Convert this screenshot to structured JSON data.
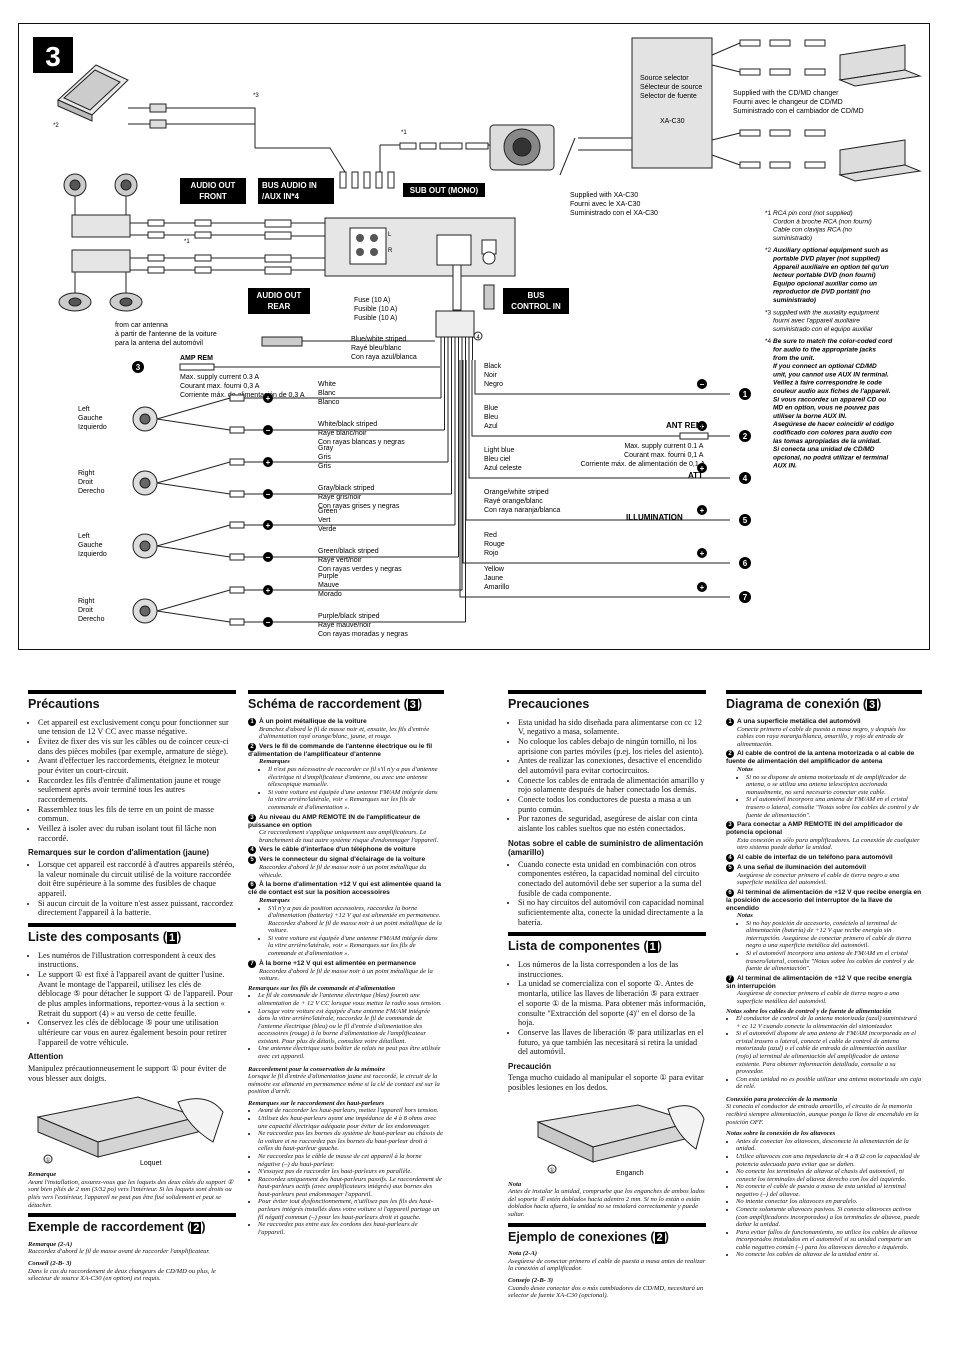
{
  "diagram": {
    "figure_number": "3",
    "xa_c30": {
      "lines": [
        "Source selector",
        "Sélecteur de source",
        "Selector de fuente",
        "XA-C30"
      ]
    },
    "changer_note": [
      "Supplied with the CD/MD changer",
      "Fourni avec le changeur de CD/MD",
      "Suministrado con el cambiador de CD/MD"
    ],
    "supplied_xa": [
      "Supplied with XA-C30",
      "Fourni avec le XA-C30",
      "Suministrado con el XA-C30"
    ],
    "marks": {
      "m1": "*1",
      "m2": "*2",
      "m3": "*3"
    },
    "tags": {
      "audio_out_front": [
        "AUDIO OUT",
        "FRONT"
      ],
      "bus_audio_in": [
        "BUS AUDIO IN",
        "/AUX IN*4"
      ],
      "sub_out": "SUB OUT (MONO)",
      "audio_out_rear": [
        "AUDIO OUT",
        "REAR"
      ],
      "bus_control_in": [
        "BUS",
        "CONTROL IN"
      ]
    },
    "lr": {
      "l": "L",
      "r": "R"
    },
    "antenna": [
      "from car antenna",
      "à partir de l'antenne de la voiture",
      "para la antena del automóvil"
    ],
    "fuse": [
      "Fuse (10 A)",
      "Fusible (10 A)",
      "Fusible (10 A)"
    ],
    "bw_striped": [
      "Blue/white striped",
      "Rayé bleu/blanc",
      "Con raya azul/blanca"
    ],
    "amp_rem": "AMP REM",
    "amp_supply": [
      "Max. supply current 0.3 A",
      "Courant max. fourni 0,3 A",
      "Corriente máx. de alimentación de 0,3 A"
    ],
    "speakers": [
      [
        "Left",
        "Gauche",
        "Izquierdo"
      ],
      [
        "Right",
        "Droit",
        "Derecho"
      ],
      [
        "Left",
        "Gauche",
        "Izquierdo"
      ],
      [
        "Right",
        "Droit",
        "Derecho"
      ]
    ],
    "wires_left": [
      [
        "White",
        "Blanc",
        "Blanco"
      ],
      [
        "White/black striped",
        "Rayé blanc/noir",
        "Con rayas blancas y negras"
      ],
      [
        "Gray",
        "Gris",
        "Gris"
      ],
      [
        "Gray/black striped",
        "Rayé gris/noir",
        "Con rayas grises y negras"
      ],
      [
        "Green",
        "Vert",
        "Verde"
      ],
      [
        "Green/black striped",
        "Rayé vert/noir",
        "Con rayas verdes y negras"
      ],
      [
        "Purple",
        "Mauve",
        "Morado"
      ],
      [
        "Purple/black striped",
        "Rayé mauve/noir",
        "Con rayas moradas y negras"
      ]
    ],
    "wires_right": [
      [
        "Black",
        "Noir",
        "Negro"
      ],
      [
        "Blue",
        "Bleu",
        "Azul"
      ],
      [
        "Light blue",
        "Bleu ciel",
        "Azul celeste"
      ],
      [
        "Orange/white striped",
        "Rayé orange/blanc",
        "Con raya naranja/blanca"
      ],
      [
        "Red",
        "Rouge",
        "Rojo"
      ],
      [
        "Yellow",
        "Jaune",
        "Amarillo"
      ]
    ],
    "ant_rem": "ANT REM",
    "ant_supply": [
      "Max. supply current 0.1 A",
      "Courant max. fourni 0,1 A",
      "Corriente máx. de alimentación de 0,1 A"
    ],
    "att": "ATT",
    "illumination": "ILLUMINATION",
    "circles": [
      "1",
      "2",
      "3",
      "4",
      "5",
      "6",
      "7"
    ],
    "plus": "+",
    "minus": "−",
    "footnotes": [
      {
        "mark": "*1",
        "lines": [
          "RCA pin cord (not supplied)",
          "Cordon à broche RCA  (non fourni)",
          "Cable con clavijas RCA (no",
          "suministrado)"
        ]
      },
      {
        "mark": "*2",
        "lines": [
          "Auxiliary optional equipment such as",
          "portable DVD player (not supplied)",
          "Appareil auxiliaire en option tel qu'un",
          "lecteur portable DVD (non fourni)",
          "Equipo opcional auxiliar como un",
          "reproductor de DVD portátil (no",
          "suministrado)"
        ]
      },
      {
        "mark": "*3",
        "lines": [
          "supplied with the auxiality equipment",
          "fourni avec l'appareil auxiliaire",
          "suministrado con el equipo auxiliar"
        ]
      },
      {
        "mark": "*4",
        "lines": [
          "Be sure to match the color-coded cord",
          "for audio to the appropriate jacks",
          "from the unit.",
          "If you connect an optional CD/MD",
          "unit, you cannot use AUX IN terminal.",
          "Veillez à faire correspondre le code",
          "couleur audio aux fiches de l'appareil.",
          "Si vous raccordez un appareil CD ou",
          "MD en option, vous ne pouvez pas",
          "utiliser la borne AUX IN.",
          "Asegúrese de hacer coincidir el código",
          "codificado con colores para audio con",
          "las tomas apropiadas de la unidad.",
          "Si conecta una unidad de CD/MD",
          "opcional, no podrá utilizar el terminal",
          "AUX IN."
        ]
      }
    ]
  },
  "col1": {
    "precautions_title": "Précautions",
    "precautions": [
      "Cet appareil est exclusivement conçu pour fonctionner sur une tension de 12 V CC avec masse négative.",
      "Évitez de fixer des vis sur les câbles ou de coincer ceux-ci dans des pièces mobiles (par exemple, armature de siège).",
      "Avant d'effectuer les raccordements, éteignez le moteur pour éviter un court-circuit.",
      "Raccordez les fils d'entrée d'alimentation jaune et rouge seulement après avoir terminé tous les autres raccordements.",
      "Rassemblez tous les fils de terre en un point de masse commun.",
      "Veillez à isoler avec du ruban isolant tout fil lâche non raccordé."
    ],
    "remarks_title": "Remarques sur le cordon d'alimentation (jaune)",
    "remarks": [
      "Lorsque cet appareil est raccordé à d'autres appareils stéréo, la valeur nominale du circuit utilisé de la voiture raccordée doit être supérieure à la somme des fusibles de chaque appareil.",
      "Si aucun circuit de la voiture n'est assez puissant, raccordez directement l'appareil à la batterie."
    ],
    "parts_title": "Liste des composants (",
    "parts_num": "1",
    "parts": [
      "Les numéros de l'illustration correspondent à ceux des instructions.",
      "Le support ① est fixé à l'appareil avant de quitter l'usine. Avant le montage de l'appareil, utilisez les clés de déblocage ⑤ pour détacher le support ① de l'appareil. Pour de plus amples informations, reportez-vous à la section « Retrait du support (4) » au verso de cette feuille.",
      "Conservez les clés de déblocage ⑤ pour une utilisation ultérieure car vous en aurez également besoin pour retirer l'appareil de votre véhicule."
    ],
    "attention_title": "Attention",
    "attention": "Manipulez précautionneusement le support ① pour éviter de vous blesser aux doigts.",
    "fig_labels": [
      "①",
      "Loquet"
    ],
    "note_title": "Remarque",
    "note": "Avant l'installation, assurez-vous que les loquets des deux côtés du support ① sont bien pliés de 2 mm (3/32 po) vers l'intérieur. Si les loquets sont droits ou pliés vers l'extérieur, l'appareil ne peut pas être fixé solidement et peut se détacher.",
    "conn_title": "Exemple de raccordement (",
    "conn_num": "2",
    "conn_r_head": "Remarque (2-A)",
    "conn_r": "Raccordez d'abord le fil de masse avant de raccorder l'amplificateur.",
    "conn_c_head": "Conseil (2-B- 3)",
    "conn_c": "Dans le cas du raccordement de deux changeurs de CD/MD ou plus, le sélecteur de source XA-C30 (en option) est requis."
  },
  "col2": {
    "title": "Schéma de raccordement (",
    "num": "3",
    "items": [
      {
        "n": "1",
        "h": "À un point métallique de la voiture",
        "t": "Branchez d'abord le fil de masse noir et, ensuite, les fils d'entrée d'alimentation rayé orange/blanc, jaune, et rouge."
      },
      {
        "n": "2",
        "h": "Vers le fil de commande de l'antenne électrique ou le fil d'alimentation de l'amplificateur d'antenne",
        "t": ""
      },
      {
        "n": "3",
        "h": "Au niveau du AMP REMOTE IN de l'amplificateur de puissance en option",
        "t": "Ce raccordement s'applique uniquement aux amplificateurs. Le branchement de tout autre système risque d'endommager l'appareil."
      },
      {
        "n": "4",
        "h": "Vers le câble d'interface d'un téléphone de voiture",
        "t": ""
      },
      {
        "n": "5",
        "h": "Vers le connecteur du signal d'éclairage de la voiture",
        "t": "Raccordez d'abord le fil de masse noir à un point métallique du véhicule."
      },
      {
        "n": "6",
        "h": "À la borne d'alimentation +12 V qui est alimentée quand la clé de contact est sur la position accessoires",
        "t": ""
      },
      {
        "n": "7",
        "h": "À la borne +12 V qui est alimentée en permanence",
        "t": "Raccordez d'abord le fil de masse noir à un point métallique de la voiture."
      }
    ],
    "rem_title": "Remarques",
    "rem2": [
      "Il n'est pas nécessaire de raccorder ce fil s'il n'y a pas d'antenne électrique ni d'amplificateur d'antenne, ou avec une antenne télescopique manuelle.",
      "Si votre voiture est équipée d'une antenne FM/AM intégrée dans la vitre arrière/latérale, voir « Remarques sur les fils de commande et d'alimentation »."
    ],
    "rem6": [
      "S'il n'y a pas de position accessoires, raccordez la borne d'alimentation (batterie) +12 V qui est alimentée en permanence. Raccordez d'abord le fil de masse noir à un point métallique de la voiture.",
      "Si votre voiture est équipée d'une antenne FM/AM intégrée dans la vitre arrière/latérale, voir « Remarques sur les fils de commande et d'alimentation »."
    ],
    "ctrl_title": "Remarques sur les fils de commande et d'alimentation",
    "ctrl": [
      "Le fil de commande de l'antenne électrique (bleu) fournit une alimentation de + 12 V CC lorsque vous mettez la radio sous tension.",
      "Lorsque votre voiture est équipée d'une antenne FM/AM intégrée dans la vitre arrière/latérale, raccordez le fil de commande de l'antenne électrique (bleu) ou le fil d'entrée d'alimentation des accessoires (rouge) à la borne d'alimentation de l'amplificateur existant. Pour plus de détails, consultez votre détaillant.",
      "Une antenne électrique sans boîtier de relais ne peut pas être utilisée avec cet appareil."
    ],
    "mem_title": "Raccordement pour la conservation de la mémoire",
    "mem": "Lorsque le fil d'entrée d'alimentation jaune est raccordé, le circuit de la mémoire est alimenté en permanence  même si la clé de contact est sur la position d'arrêt.",
    "spk_title": "Remarques sur le raccordement des haut-parleurs",
    "spk": [
      "Avant de raccorder les haut-parleurs, mettez l'appareil hors tension.",
      "Utilisez des haut-parleurs ayant une impédance de 4 à 8 ohms avec une capacité électrique adéquate pour éviter de les endommager.",
      "Ne raccordez pas les bornes du système de haut-parleur au châssis de la voiture et ne raccordez pas les bornes du haut-parleur droit à celles du haut-parleur gauche.",
      "Ne raccordez pas le câble de masse de cet appareil à la borne négative (–) du haut-parleur.",
      "N'essayez pas de raccorder les haut-parleurs en parallèle.",
      "Raccordez uniquement des haut-parleurs passifs. Le raccordement de haut-parleurs actifs (avec amplificateurs intégrés) aux bornes des haut-parleurs peut endommager l'appareil.",
      "Pour éviter tout dysfonctionnement, n'utilisez pas les fils des haut-parleurs intégrés installés dans votre voiture si l'appareil partage un fil négatif commun (–) pour les haut-parleurs droit et gauche.",
      "Ne raccordez pas entre eux les cordons des haut-parleurs de l'appareil."
    ]
  },
  "col3": {
    "title": "Precauciones",
    "items": [
      "Esta unidad ha sido diseñada para alimentarse con cc 12 V, negativo a masa, solamente.",
      "No coloque los cables debajo de ningún tornillo, ni los aprisione con partes móviles (p.ej. los rieles del asiento).",
      "Antes de realizar las conexiones, desactive el encendido del automóvil para evitar cortocircuitos.",
      "Conecte los cables de entrada de alimentación amarillo y rojo solamente después de haber conectado los demás.",
      "Conecte todos los conductores de puesta a masa a un punto común.",
      "Por razones de seguridad, asegúrese de aislar con cinta aislante los cables sueltos que no estén conectados."
    ],
    "notes_title": "Notas sobre el cable de suministro de alimentación (amarillo)",
    "notes": [
      "Cuando conecte esta unidad en combinación con otros componentes estéreo, la capacidad nominal del circuito conectado del automóvil debe ser superior a la suma del fusible de cada componente.",
      "Si no hay circuitos del automóvil con capacidad nominal suficientemente alta, conecte la unidad directamente a la batería."
    ],
    "parts_title": "Lista de componentes (",
    "parts_num": "1",
    "parts": [
      "Los números de la lista corresponden a los de las instrucciones.",
      "La unidad se comercializa con el soporte ①. Antes de montarla, utilice las llaves de liberación ⑤ para extraer el soporte ① de la misma. Para obtener más información, consulte \"Extracción del soporte (4)\" en el dorso de la hoja.",
      "Conserve las llaves de liberación ⑤ para utilizarlas en el futuro, ya que también las necesitará si retira la unidad del automóvil."
    ],
    "prec_title": "Precaución",
    "prec": "Tenga mucho cuidado al manipular el soporte ① para evitar posibles lesiones en los dedos.",
    "fig_labels": [
      "①",
      "Enganch"
    ],
    "nota_title": "Nota",
    "nota": "Antes de instalar la unidad, compruebe que los enganches de ambos lados del soporte ① estén doblados hacia adentro 2 mm. Si no lo están o están doblados hacia afuera, la unidad no se instalará correctamente y puede saltar.",
    "conn_title": "Ejemplo de conexiones (",
    "conn_num": "2",
    "conn_n_head": "Nota (2-A)",
    "conn_n": "Asegúrese de conectar primero el cable de puesta a masa antes de realizar la conexión al amplificador.",
    "conn_c_head": "Consejo (2-B- 3)",
    "conn_c": "Cuando desee conectar dos o más cambiadores de CD/MD, necesitará un selector de fuente XA-C30 (opcional)."
  },
  "col4": {
    "title": "Diagrama de conexión (",
    "num": "3",
    "items": [
      {
        "n": "1",
        "h": "A una superficie metálica del automóvil",
        "t": "Conecte primero el cable de puesta a masa negro, y después los cables con raya naranja/blanca, amarillo, y rojo de entrada de alimentación."
      },
      {
        "n": "2",
        "h": "Al cable de control de la antena motorizada o al cable de fuente de alimentación del amplificador de antena",
        "t": ""
      },
      {
        "n": "3",
        "h": "Para conectar a AMP REMOTE IN del amplificador de potencia opcional",
        "t": "Esta conexión es sólo para amplificadores. La conexión de cualquier otro sistema puede dañar la unidad."
      },
      {
        "n": "4",
        "h": "Al cable de interfaz de un teléfono para automóvil",
        "t": ""
      },
      {
        "n": "5",
        "h": "A una señal de iluminación del automóvil",
        "t": "Asegúrese de conectar primero el cable de tierra negro a una superficie metálica del automóvil."
      },
      {
        "n": "6",
        "h": "Al terminal de alimentación de +12 V que recibe energía en la posición de accesorio del interruptor de la llave de encendido",
        "t": ""
      },
      {
        "n": "7",
        "h": "Al terminal de alimentación de +12 V que recibe energía sin interrupción",
        "t": "Asegúrese de conectar primero el cable de tierra negro a una superficie metálica del automóvil."
      }
    ],
    "notas_title": "Notas",
    "notas2": [
      "Si no se dispone de antena motorizada ni de amplificador de antena, o se utiliza una antena telescópica accionada manualmente, no será necesario conectar este cable.",
      "Si el automóvil incorpora una antena de FM/AM en el cristal trasero o lateral, consulte \"Notas sobre los cables de control y de fuente de alimentación\"."
    ],
    "notas6": [
      "Si no hay posición de accesorio, conéctelo al terminal de alimentación (batería) de +12 V que recibe energía sin interrupción. Asegúrese de conectar primero el cable de tierra negro a una superficie metálica del automóvil.",
      "Si el automóvil incorpora una antena de FM/AM en el cristal trasero/lateral, consulte \"Notas sobre los cables de control y de fuente de alimentación\"."
    ],
    "ctrl_title": "Notas sobre los cables de control y de fuente de alimentación",
    "ctrl": [
      "El conductor de control de la antena motorizada (azul) suministrará + cc 12 V cuando conecte la alimentación del sintonizador.",
      "Si el automóvil dispone de una antena de FM/AM incorporada en el cristal trasero o lateral, conecte el cable de control de antena motorizada (azul) o el cable de entrada de alimentación auxiliar (rojo) al terminal de alimentación del amplificador de antena existente. Para obtener información detallada, consulte a su proveedor.",
      "Con esta unidad no es posible utilizar una antena motorizada sin caja de relé."
    ],
    "mem_title": "Conexión para protección de la memoria",
    "mem": "Si conecta el conductor de entrada amarillo, el circuito de la memoria recibirá siempre alimentación, aunque ponga la llave de encendido en la posición OFF.",
    "spk_title": "Notas sobre la conexión de los altavoces",
    "spk": [
      "Antes de conectar los altavoces, desconecte la alimentación de la unidad.",
      "Utilice altavoces con una impedancia de 4 a 8 Ω con la capacidad de potencia adecuada para evitar que se dañen.",
      "No conecte los terminales de altavoz al chasis del automóvil, ni conecte los terminales del altavoz derecho con los del izquierdo.",
      "No conecte el cable de puesta a masa de esta unidad al terminal negativo (–) del altavoz.",
      "No intente conectar los altavoces en paralelo.",
      "Conecte solamente altavoces pasivos. Si conecta altavoces activos (con amplificadores incorporados) a los terminales de altavoz, puede dañar la unidad.",
      "Para evitar fallos de funcionamiento, no utilice los cables de altavoz incorporados instalados en el automóvil si su unidad comparte un cable negativo común (–) para los altavoces derecho e izquierdo.",
      "No conecte los cables de altavoz de la unidad entre sí."
    ]
  }
}
